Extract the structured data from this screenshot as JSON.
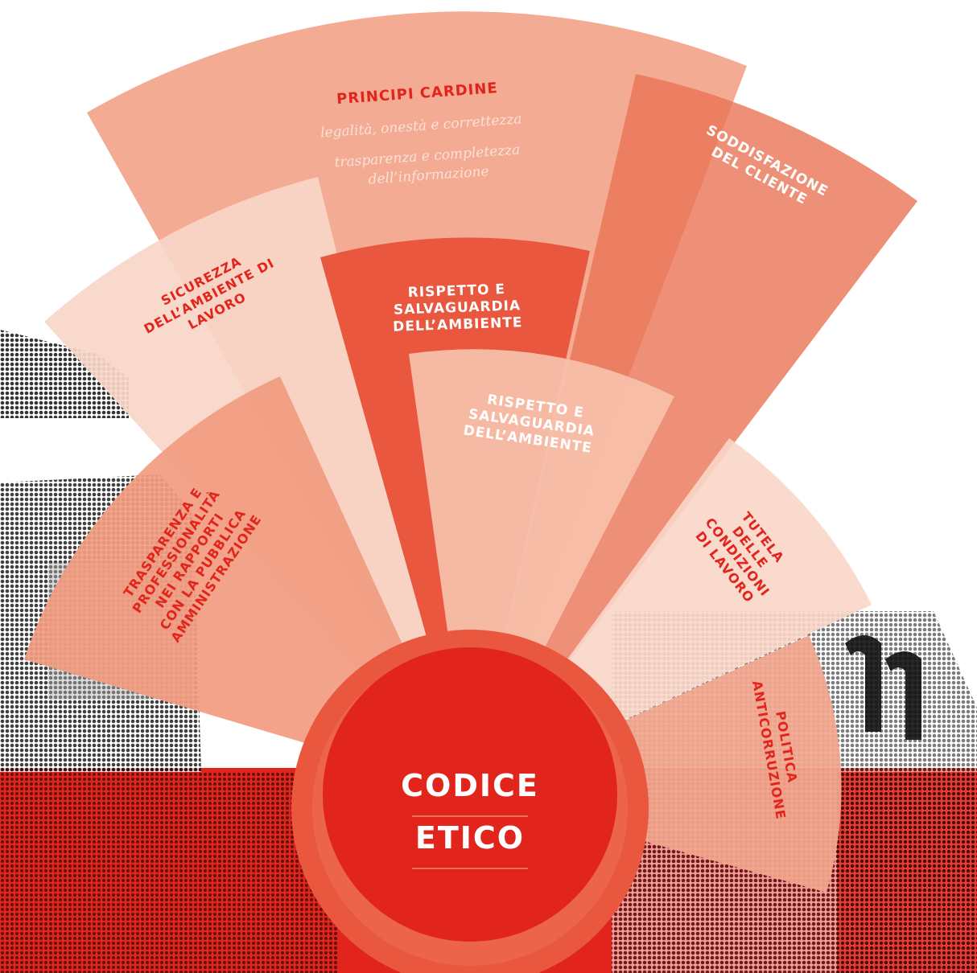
{
  "colors": {
    "red": "#e2251c",
    "dark_red": "#c8201a",
    "salmon": "#f2a68d",
    "light_salmon": "#f7c4b0",
    "pale": "#f8d6c8",
    "orange_red": "#e8573e",
    "coral": "#ee8a6c",
    "white": "#ffffff"
  },
  "principi": {
    "title": "PRINCIPI CARDINE",
    "line1": "legalità, onestà e correttezza",
    "line2": "trasparenza e completezza",
    "line3": "dell’informazione"
  },
  "soddisfazione": {
    "line1": "SODDISFAZIONE",
    "line2": "DEL CLIENTE"
  },
  "sicurezza": {
    "line1": "SICUREZZA",
    "line2": "DELL’AMBIENTE DI",
    "line3": "LAVORO"
  },
  "rispetto_top": {
    "line1": "RISPETTO E",
    "line2": "SALVAGUARDIA",
    "line3": "DELL’AMBIENTE"
  },
  "rispetto_mid": {
    "line1": "RISPETTO E",
    "line2": "SALVAGUARDIA",
    "line3": "DELL’AMBIENTE"
  },
  "trasparenza": {
    "line1": "TRASPARENZA E",
    "line2": "PROFESSIONALITÀ",
    "line3": "NEI RAPPORTI",
    "line4": "CON LA PUBBLICA",
    "line5": "AMMINISTRAZIONE"
  },
  "tutela": {
    "line1": "TUTELA",
    "line2": "DELLE",
    "line3": "CONDIZIONI",
    "line4": "DI LAVORO"
  },
  "politica": {
    "line1": "POLITICA",
    "line2": "ANTICORRUZIONE"
  },
  "center": {
    "line1": "CODICE",
    "line2": "ETICO"
  }
}
